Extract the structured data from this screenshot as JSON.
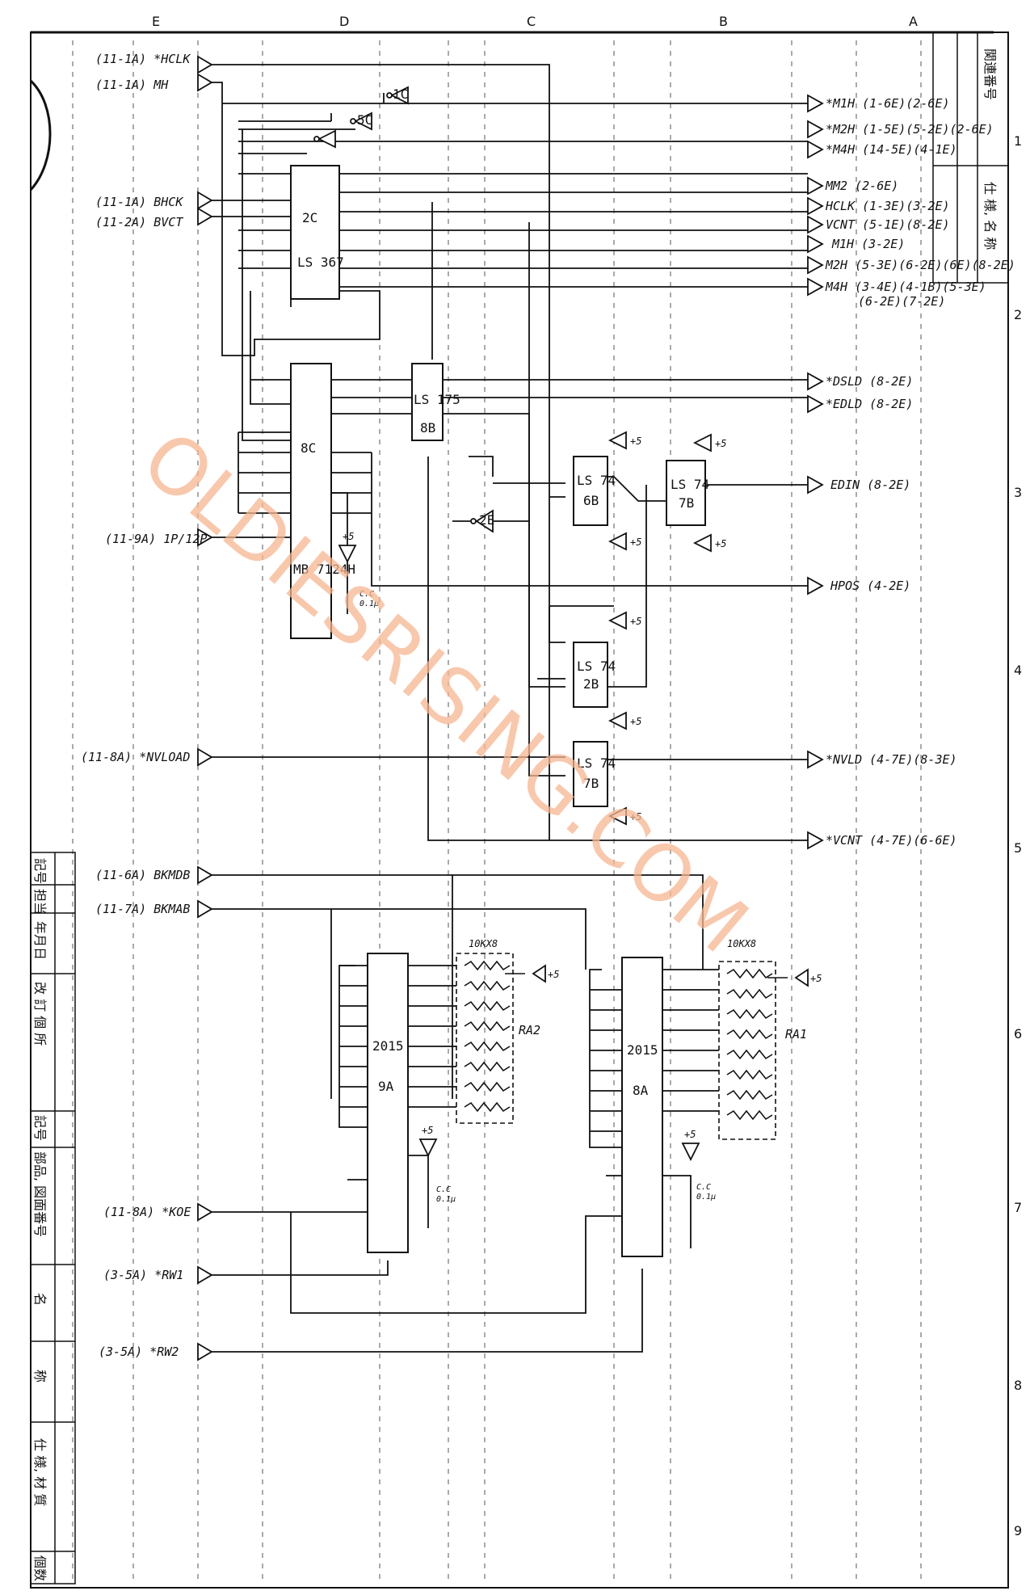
{
  "frame": {
    "zone_letters": [
      "E",
      "D",
      "C",
      "B",
      "A"
    ],
    "zone_numbers": [
      "1",
      "2",
      "3",
      "4",
      "5",
      "6",
      "7",
      "8",
      "9"
    ]
  },
  "title_block": {
    "top_right": [
      "関連番号",
      "仕 様, 名 称"
    ],
    "left_column": [
      "記号",
      "担当",
      "年月日",
      "改 訂 個 所",
      "記号",
      "部品, 図面番号",
      "名",
      "称",
      "仕 様, 材 質",
      "個数"
    ]
  },
  "inputs": [
    {
      "name": "hclk",
      "label": "(11-1A) *HCLK"
    },
    {
      "name": "mh",
      "label": "(11-1A) MH"
    },
    {
      "name": "bhck",
      "label": "(11-1A) BHCK"
    },
    {
      "name": "bvct",
      "label": "(11-2A) BVCT"
    },
    {
      "name": "12p",
      "label": "(11-9A) 1P/12P"
    },
    {
      "name": "nvload",
      "label": "(11-8A) *NVLOAD"
    },
    {
      "name": "bkmdb",
      "label": "(11-6A) BKMDB"
    },
    {
      "name": "bkmab",
      "label": "(11-7A) BKMAB"
    },
    {
      "name": "koe",
      "label": "(11-8A) *KOE"
    },
    {
      "name": "rw1",
      "label": "(3-5A) *RW1"
    },
    {
      "name": "rw2",
      "label": "(3-5A) *RW2"
    }
  ],
  "outputs": [
    {
      "name": "m1h-n",
      "label": "*M1H (1-6E)(2-6E)"
    },
    {
      "name": "m2h-n",
      "label": "*M2H (1-5E)(5-2E)(2-6E)"
    },
    {
      "name": "m4h-n",
      "label": "*M4H (14-5E)(4-1E)"
    },
    {
      "name": "mm2",
      "label": "MM2 (2-6E)"
    },
    {
      "name": "hclk",
      "label": "HCLK (1-3E)(3-2E)"
    },
    {
      "name": "vcnt",
      "label": "VCNT (5-1E)(8-2E)"
    },
    {
      "name": "m1h",
      "label": "M1H (3-2E)"
    },
    {
      "name": "m2h",
      "label": "M2H (5-3E)(6-2E)(6E)(8-2E)"
    },
    {
      "name": "m4h",
      "label": "M4H (3-4E)(4-1B)(5-3E)"
    },
    {
      "name": "m4h-cont",
      "label": "(6-2E)(7-2E)"
    },
    {
      "name": "dsld",
      "label": "*DSLD (8-2E)"
    },
    {
      "name": "edld",
      "label": "*EDLD (8-2E)"
    },
    {
      "name": "edin",
      "label": "EDIN (8-2E)"
    },
    {
      "name": "hpos",
      "label": "HPOS (4-2E)"
    },
    {
      "name": "nvld",
      "label": "*NVLD (4-7E)(8-3E)"
    },
    {
      "name": "vcnt-n",
      "label": "*VCNT (4-7E)(6-6E)"
    }
  ],
  "chips": [
    {
      "name": "2c",
      "ref": "2C",
      "part": "LS 367"
    },
    {
      "name": "8c",
      "ref": "8C",
      "part": "MB 7124H"
    },
    {
      "name": "8b",
      "ref": "8B",
      "part": "LS 175"
    },
    {
      "name": "6b",
      "ref": "6B",
      "part": "LS 74"
    },
    {
      "name": "7b-top",
      "ref": "7B",
      "part": "LS 74"
    },
    {
      "name": "2b",
      "ref": "2B",
      "part": "LS 74"
    },
    {
      "name": "7b-bottom",
      "ref": "7B",
      "part": "LS 74"
    },
    {
      "name": "9a",
      "ref": "9A",
      "part": "2015"
    },
    {
      "name": "8a",
      "ref": "8A",
      "part": "2015"
    },
    {
      "name": "ra2",
      "ref": "RA2",
      "part": "10KX8"
    },
    {
      "name": "ra1",
      "ref": "RA1",
      "part": "10KX8"
    },
    {
      "name": "1c",
      "ref": "1C",
      "part": ""
    },
    {
      "name": "5c",
      "ref": "5C",
      "part": ""
    },
    {
      "name": "2e",
      "ref": "2E",
      "part": ""
    }
  ],
  "misc": {
    "plus5": "+5",
    "cap": "C.C",
    "cap_value": "0.1μ"
  },
  "watermark": "OLDIESRISING.COM",
  "colors": {
    "ink": "#111111",
    "watermark": "#f6b692",
    "paper": "#ffffff"
  }
}
